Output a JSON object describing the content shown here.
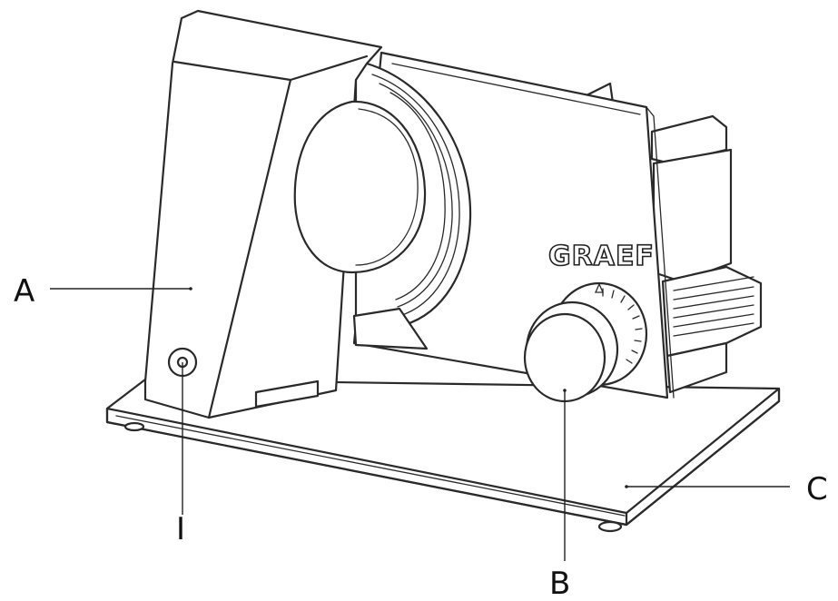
{
  "brand": "GRAEF",
  "callouts": [
    {
      "id": "A",
      "label": "A"
    },
    {
      "id": "B",
      "label": "B"
    },
    {
      "id": "C",
      "label": "C"
    },
    {
      "id": "I",
      "label": "I"
    }
  ]
}
